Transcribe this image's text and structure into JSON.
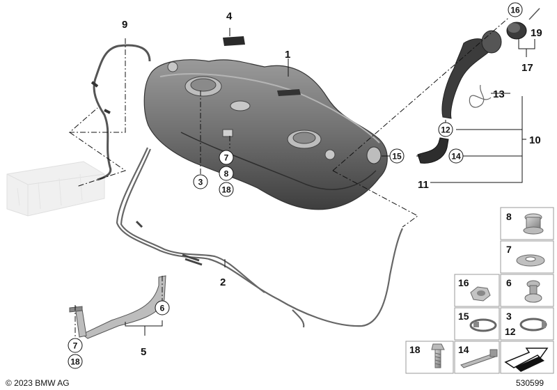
{
  "callouts": {
    "c1": "1",
    "c2": "2",
    "c3": "3",
    "c4": "4",
    "c5": "5",
    "c6": "6",
    "c7": "7",
    "c8": "8",
    "c9": "9",
    "c10": "10",
    "c11": "11",
    "c12": "12",
    "c13": "13",
    "c14": "14",
    "c15": "15",
    "c16": "16",
    "c17": "17",
    "c18": "18",
    "c19": "19"
  },
  "legend": {
    "p8": "8",
    "p7": "7",
    "p16": "16",
    "p6": "6",
    "p15": "15",
    "p3": "3",
    "p12": "12",
    "p18": "18",
    "p14": "14"
  },
  "copyright": "© 2023 BMW AG",
  "diagram_number": "530599",
  "colors": {
    "part_dark": "#4a4a4a",
    "part_mid": "#8c8c8c",
    "ghost": "#e6e6e6",
    "frame": "#999999"
  }
}
